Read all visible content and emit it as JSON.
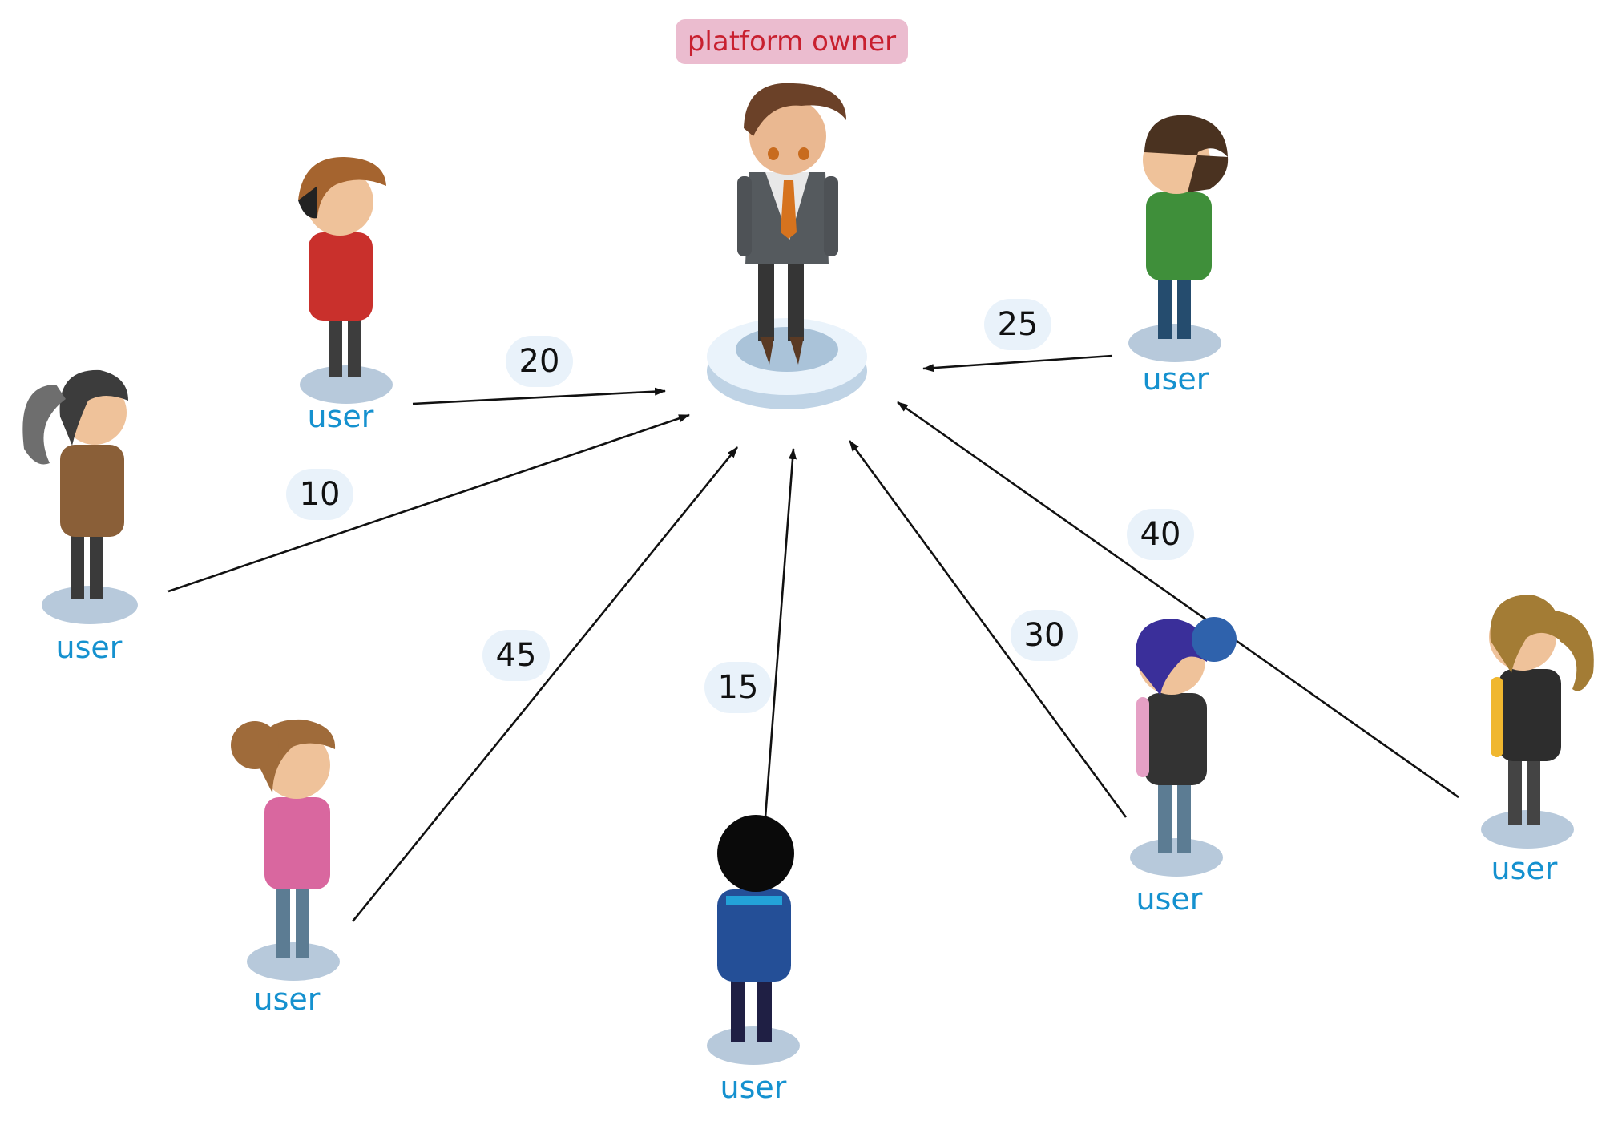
{
  "owner": {
    "label": "platform owner"
  },
  "users": [
    {
      "id": "red-hoodie",
      "label": "user",
      "value": "20"
    },
    {
      "id": "ponytail-brown",
      "label": "user",
      "value": "10"
    },
    {
      "id": "pink-hoodie",
      "label": "user",
      "value": "45"
    },
    {
      "id": "blue-back",
      "label": "user",
      "value": "15"
    },
    {
      "id": "blue-bun",
      "label": "user",
      "value": "30"
    },
    {
      "id": "yellow-ponytail",
      "label": "user",
      "value": "40"
    },
    {
      "id": "green-hoodie",
      "label": "user",
      "value": "25"
    }
  ],
  "colors": {
    "owner_badge_bg": "#ebbccf",
    "owner_badge_text": "#c8202f",
    "user_label": "#1591cf",
    "number_badge_bg": "#e9f2fa",
    "arrow": "#111111"
  }
}
